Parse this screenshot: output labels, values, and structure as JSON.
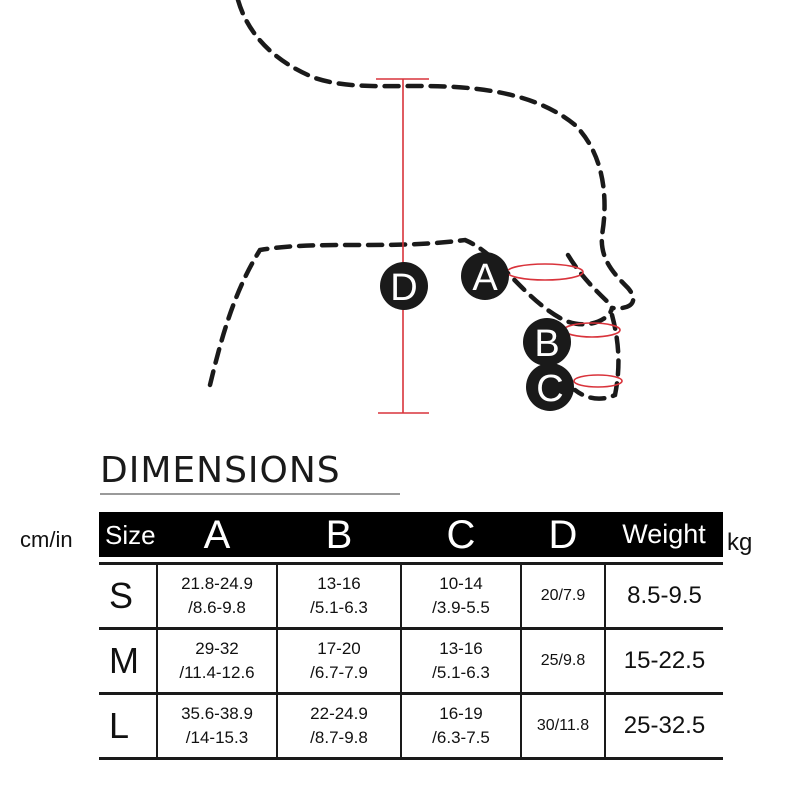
{
  "diagram": {
    "labels": {
      "a": "A",
      "b": "B",
      "c": "C",
      "d": "D"
    }
  },
  "title": "DIMENSIONS",
  "units": {
    "left": "cm/in",
    "right": "kg"
  },
  "table": {
    "headers": {
      "size": "Size",
      "a": "A",
      "b": "B",
      "c": "C",
      "d": "D",
      "weight": "Weight"
    },
    "rows": [
      {
        "size": "S",
        "a1": "21.8-24.9",
        "a2": "/8.6-9.8",
        "b1": "13-16",
        "b2": "/5.1-6.3",
        "c1": "10-14",
        "c2": "/3.9-5.5",
        "d": "20/7.9",
        "weight": "8.5-9.5"
      },
      {
        "size": "M",
        "a1": "29-32",
        "a2": "/11.4-12.6",
        "b1": "17-20",
        "b2": "/6.7-7.9",
        "c1": "13-16",
        "c2": "/5.1-6.3",
        "d": "25/9.8",
        "weight": "15-22.5"
      },
      {
        "size": "L",
        "a1": "35.6-38.9",
        "a2": "/14-15.3",
        "b1": "22-24.9",
        "b2": "/8.7-9.8",
        "c1": "16-19",
        "c2": "/6.3-7.5",
        "d": "30/11.8",
        "weight": "25-32.5"
      }
    ]
  },
  "colors": {
    "measure": "#d9333b",
    "outline": "#1a1a1a",
    "header_bg": "#000000"
  }
}
